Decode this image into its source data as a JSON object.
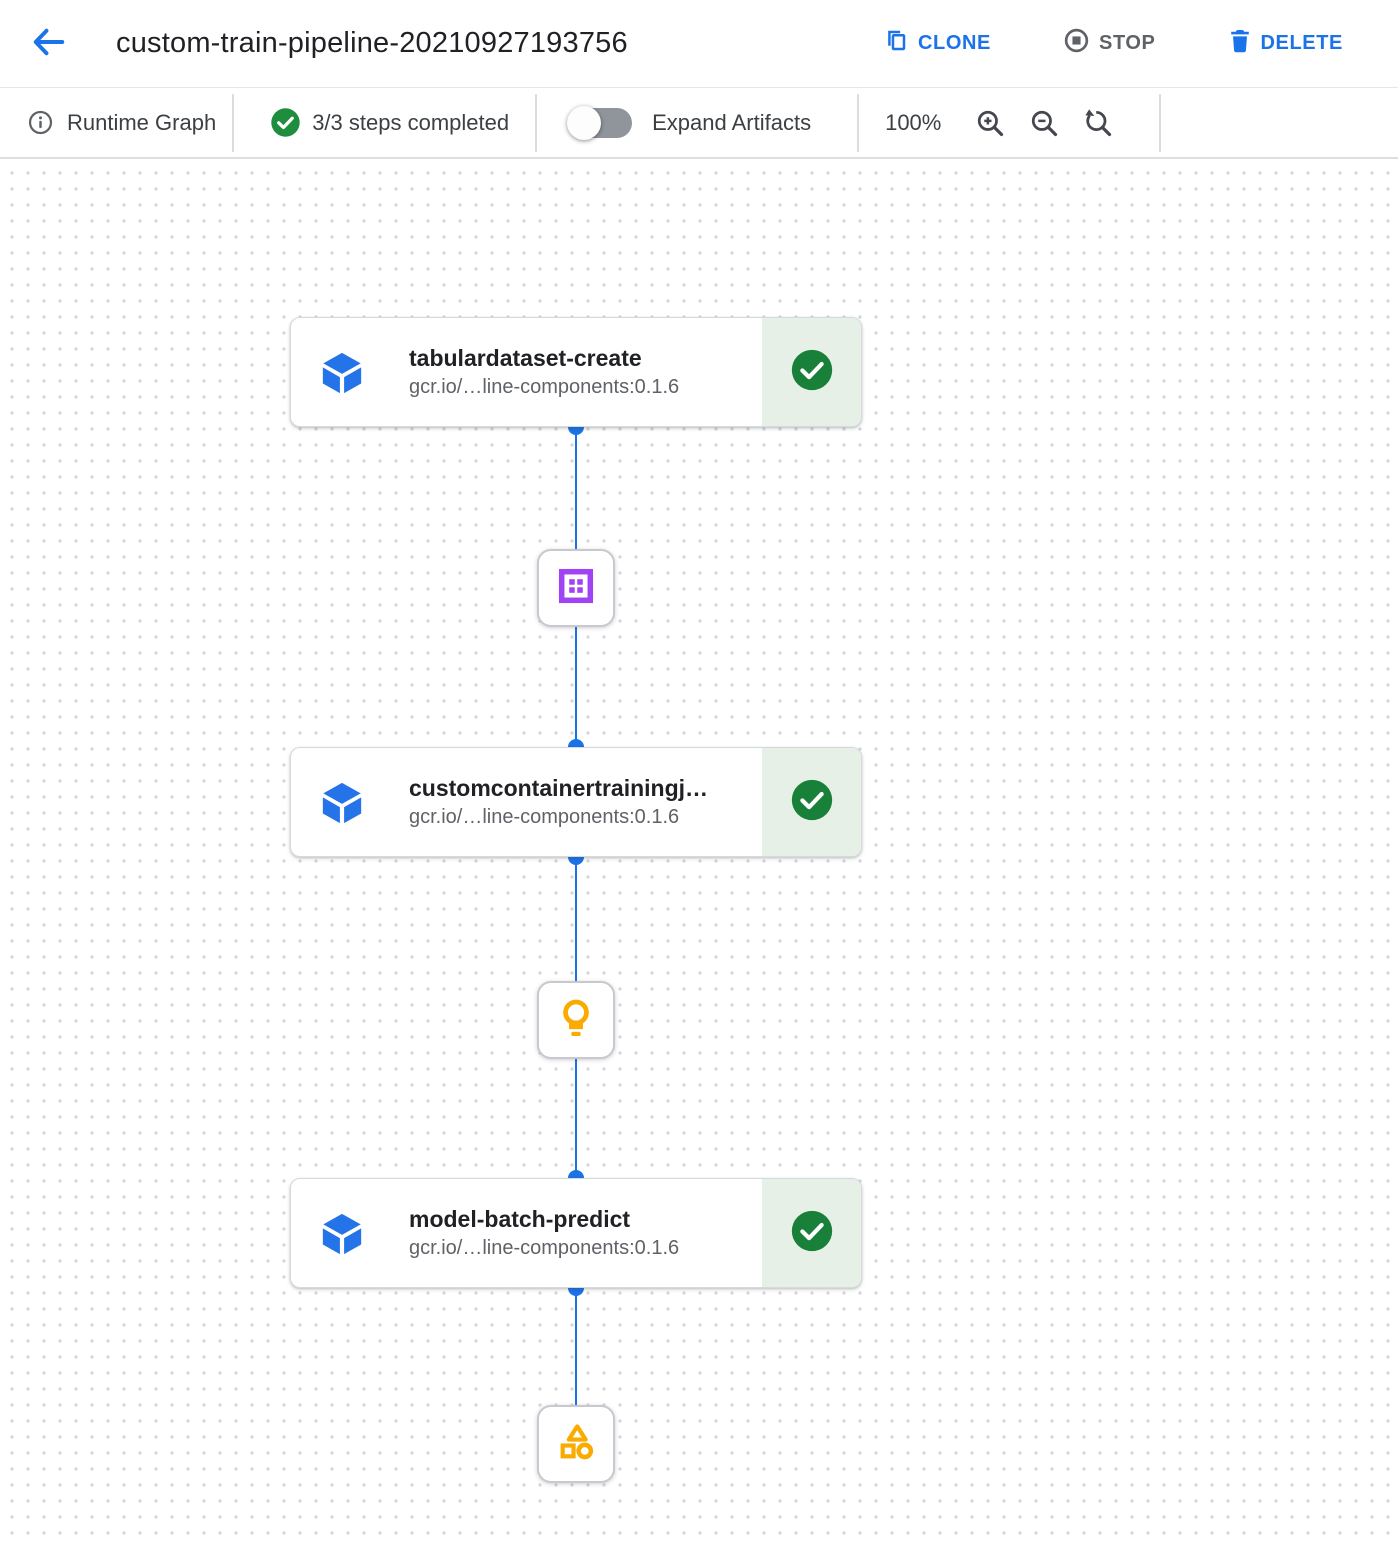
{
  "header": {
    "title": "custom-train-pipeline-20210927193756",
    "clone_label": "CLONE",
    "stop_label": "STOP",
    "delete_label": "DELETE"
  },
  "toolbar": {
    "view_label": "Runtime Graph",
    "steps_status": "3/3 steps completed",
    "expand_artifacts_label": "Expand Artifacts",
    "zoom_level": "100%"
  },
  "graph": {
    "steps": [
      {
        "title": "tabulardataset-create",
        "image": "gcr.io/…line-components:0.1.6",
        "status": "completed"
      },
      {
        "title": "customcontainertrainingj…",
        "image": "gcr.io/…line-components:0.1.6",
        "status": "completed"
      },
      {
        "title": "model-batch-predict",
        "image": "gcr.io/…line-components:0.1.6",
        "status": "completed"
      }
    ],
    "artifacts": [
      {
        "name": "dataset-artifact",
        "icon": "dataset-icon",
        "color": "#a142f4"
      },
      {
        "name": "model-artifact",
        "icon": "model-icon",
        "color": "#f9ab00"
      },
      {
        "name": "generic-artifact",
        "icon": "artifact-icon",
        "color": "#f9ab00"
      }
    ]
  },
  "colors": {
    "accent_blue": "#1a73e8",
    "step_icon_blue": "#2573e8",
    "success_green_badge": "#188038",
    "success_green_check": "#1e8e3e",
    "status_section_green": "#e6f0e7",
    "artifact_purple": "#a142f4",
    "artifact_amber": "#f9ab00",
    "edge_blue": "#1a73e8"
  }
}
